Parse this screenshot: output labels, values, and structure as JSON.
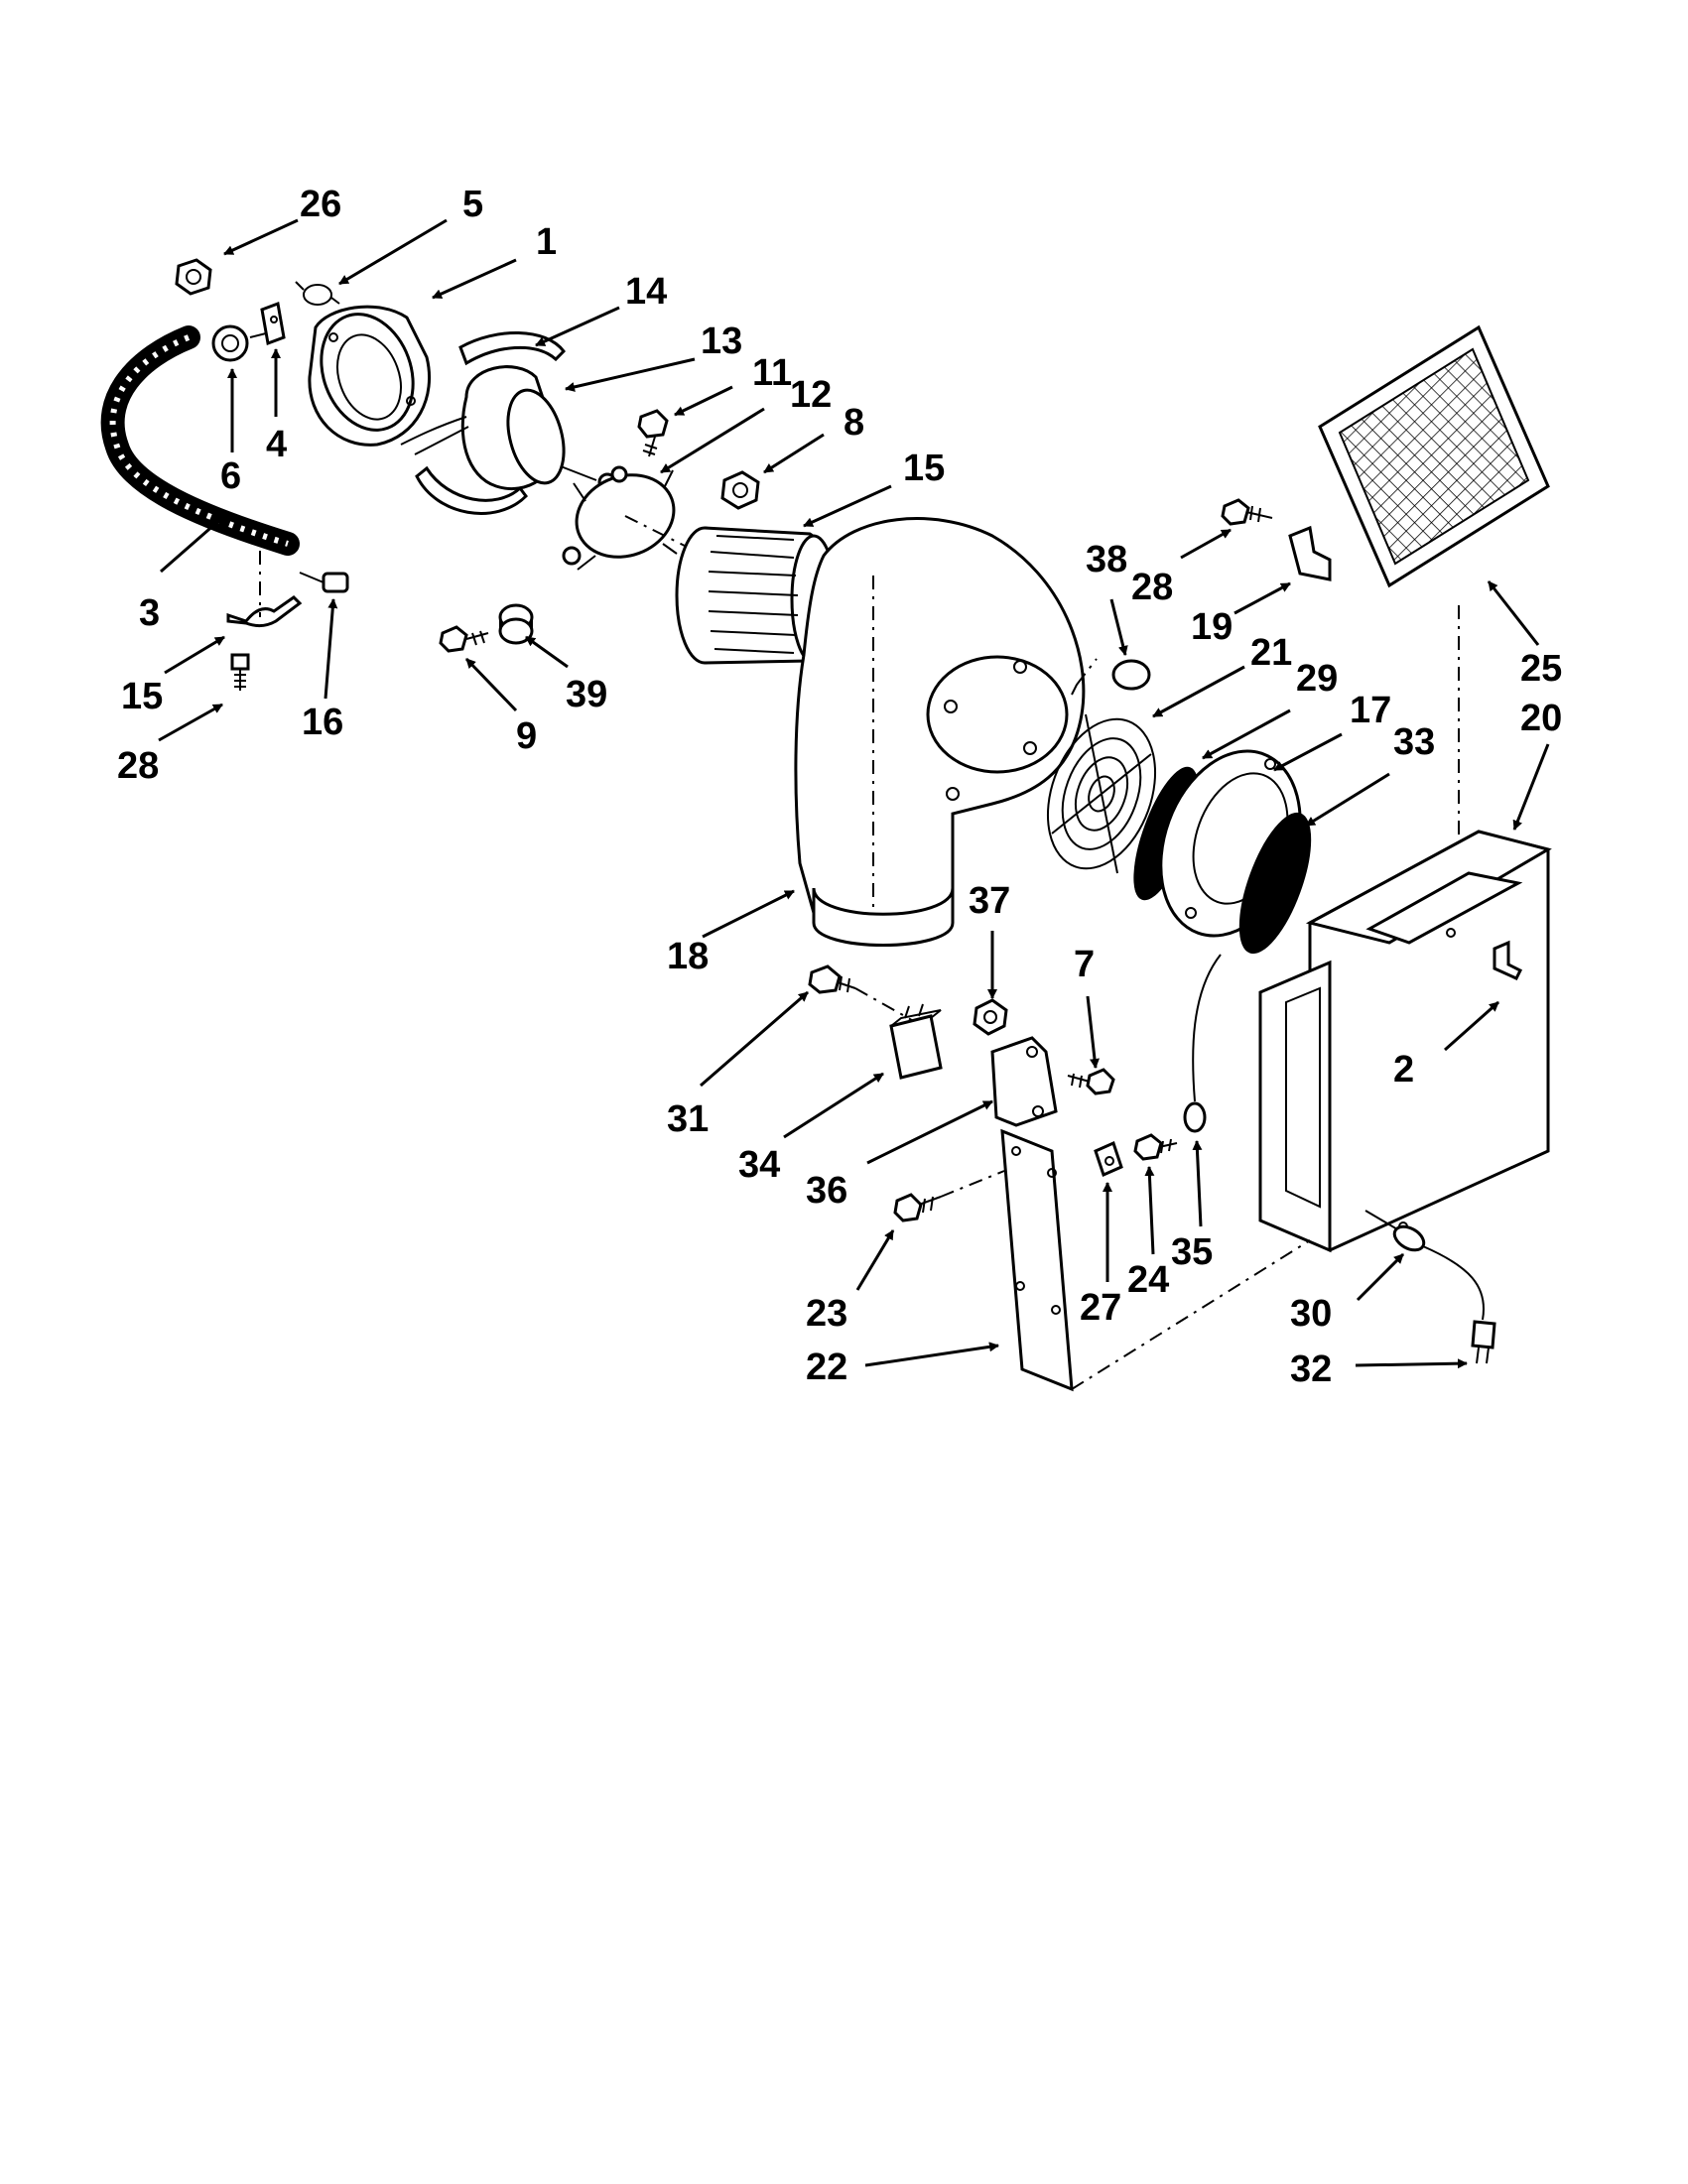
{
  "diagram": {
    "callouts": [
      {
        "id": "c26a",
        "label": "26"
      },
      {
        "id": "c5",
        "label": "5"
      },
      {
        "id": "c1",
        "label": "1"
      },
      {
        "id": "c14",
        "label": "14"
      },
      {
        "id": "c13",
        "label": "13"
      },
      {
        "id": "c11",
        "label": "11"
      },
      {
        "id": "c12",
        "label": "12"
      },
      {
        "id": "c8",
        "label": "8"
      },
      {
        "id": "c15a",
        "label": "15"
      },
      {
        "id": "c6",
        "label": "6"
      },
      {
        "id": "c4",
        "label": "4"
      },
      {
        "id": "c3",
        "label": "3"
      },
      {
        "id": "c15b",
        "label": "15"
      },
      {
        "id": "c28a",
        "label": "28"
      },
      {
        "id": "c16",
        "label": "16"
      },
      {
        "id": "c9",
        "label": "9"
      },
      {
        "id": "c39",
        "label": "39"
      },
      {
        "id": "c38",
        "label": "38"
      },
      {
        "id": "c28b",
        "label": "28"
      },
      {
        "id": "c19",
        "label": "19"
      },
      {
        "id": "c21",
        "label": "21"
      },
      {
        "id": "c29",
        "label": "29"
      },
      {
        "id": "c17",
        "label": "17"
      },
      {
        "id": "c33",
        "label": "33"
      },
      {
        "id": "c25",
        "label": "25"
      },
      {
        "id": "c20",
        "label": "20"
      },
      {
        "id": "c18",
        "label": "18"
      },
      {
        "id": "c37",
        "label": "37"
      },
      {
        "id": "c7",
        "label": "7"
      },
      {
        "id": "c31",
        "label": "31"
      },
      {
        "id": "c34",
        "label": "34"
      },
      {
        "id": "c36",
        "label": "36"
      },
      {
        "id": "c2",
        "label": "2"
      },
      {
        "id": "c23",
        "label": "23"
      },
      {
        "id": "c22",
        "label": "22"
      },
      {
        "id": "c27",
        "label": "27"
      },
      {
        "id": "c24",
        "label": "24"
      },
      {
        "id": "c35",
        "label": "35"
      },
      {
        "id": "c30",
        "label": "30"
      },
      {
        "id": "c32",
        "label": "32"
      }
    ]
  }
}
